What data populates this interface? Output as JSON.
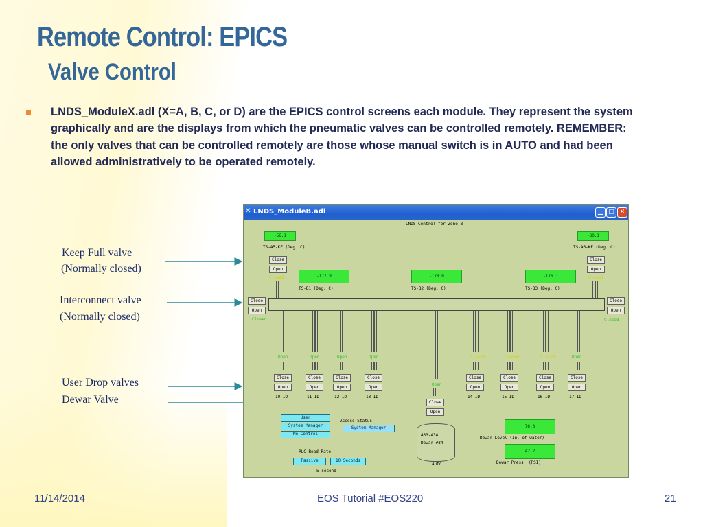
{
  "slide": {
    "title": "Remote Control: EPICS",
    "subtitle": "Valve Control",
    "body_pre": "LNDS_ModuleX.adl (X=A, B, C, or D) are the EPICS control screens each module.  They represent the system graphically and are the displays from which the pneumatic valves can be controlled remotely. REMEMBER:  the ",
    "body_emph": "only",
    "body_post": " valves that can be controlled remotely are those whose manual switch is in AUTO and had been allowed administratively to be operated remotely.",
    "labels": {
      "keep_full_1": "Keep Full valve",
      "keep_full_2": "(Normally closed)",
      "interconnect_1": "Interconnect valve",
      "interconnect_2": "(Normally closed)",
      "user_drop": "User Drop valves",
      "dewar": "Dewar Valve"
    },
    "footer": {
      "date": "11/14/2014",
      "center": "EOS Tutorial #EOS220",
      "page": "21"
    },
    "colors": {
      "title": "#336699",
      "bullet": "#f08a30",
      "window_bg": "#c9d6a0",
      "readout_green": "#39e839",
      "arrow": "#2a8a9a"
    }
  },
  "window": {
    "title": "LNDS_ModuleB.adl",
    "heading": "LNDS Control for Zone B",
    "tc_left": {
      "value": "-56.1",
      "label": "TS-A5-KF (Deg. C)"
    },
    "tc_right": {
      "value": "-80.1",
      "label": "TS-A6-KF (Deg. C)"
    },
    "ts_b1": {
      "value": "-177.9",
      "label": "TS-B1 (Deg. C)"
    },
    "ts_b2": {
      "value": "-178.0",
      "label": "TS-B2 (Deg. C)"
    },
    "ts_b3": {
      "value": "-176.1",
      "label": "TS-B3 (Deg. C)"
    },
    "close": "Close",
    "open": "Open",
    "status_closed": "Closed",
    "status_open": "Open",
    "drops": [
      {
        "id": "10-ID",
        "status": "Open"
      },
      {
        "id": "11-ID",
        "status": "Open"
      },
      {
        "id": "12-ID",
        "status": "Open"
      },
      {
        "id": "13-ID",
        "status": "Open"
      },
      {
        "id": "14-ID",
        "status": "Closed"
      },
      {
        "id": "15-ID",
        "status": "Closed"
      },
      {
        "id": "16-ID",
        "status": "Closed"
      },
      {
        "id": "17-ID",
        "status": "Open"
      }
    ],
    "dewar": {
      "status": "Open",
      "name1": "433-434",
      "name2": "Dewar #34",
      "mode": "Auto"
    },
    "access": {
      "btn_user": "User",
      "btn_sysmgr": "System Manager",
      "btn_nocontrol": "No Control",
      "status_label": "Access Status",
      "status_value": "System Manager"
    },
    "plc": {
      "label": "PLC Read Rate",
      "passive": "Passive",
      "ten": "10 Seconds",
      "current": "5 second"
    },
    "dewar_level": {
      "value": "76.8",
      "label": "Dewar Level (In. of water)"
    },
    "dewar_press": {
      "value": "42.2",
      "label": "Dewar Press. (PSI)"
    }
  }
}
